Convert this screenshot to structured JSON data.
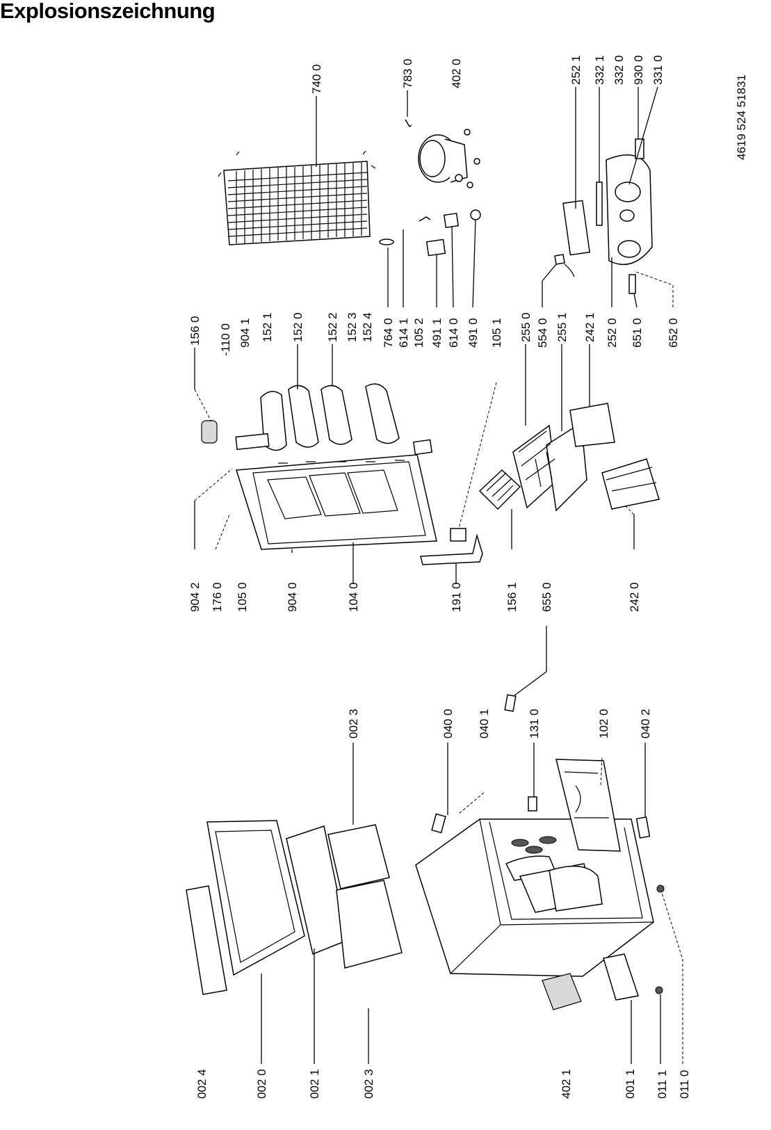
{
  "title": "Explosionszeichnung",
  "doc_number": "4619 524 51831",
  "part_labels": {
    "p7400": "740 0",
    "p7830": "783 0",
    "p4020": "402 0",
    "p2521": "252 1",
    "p3321": "332 1",
    "p3320": "332 0",
    "p9300": "930 0",
    "p3310": "331 0",
    "p1560": "156 0",
    "p1100": "-110 0",
    "p9041": "904 1",
    "p1521": "152 1",
    "p1520": "152 0",
    "p1522": "152 2",
    "p1523": "152 3",
    "p1524": "152 4",
    "p7640": "764 0",
    "p6141": "614 1",
    "p1052": "105 2",
    "p4911": "491 1",
    "p6140": "614 0",
    "p4910": "491 0",
    "p1051": "105 1",
    "p2550": "255 0",
    "p5540": "554 0",
    "p2551": "255 1",
    "p2421": "242 1",
    "p2520": "252 0",
    "p6510": "651 0",
    "p6520": "652 0",
    "p9042": "904 2",
    "p1760": "176 0",
    "p1050": "105 0",
    "p9040": "904 0",
    "p1040": "104 0",
    "p1910": "191 0",
    "p1561": "156 1",
    "p6550": "655 0",
    "p2420": "242 0",
    "p0023a": "002 3",
    "p0400": "040 0",
    "p0401": "040 1",
    "p1310": "131 0",
    "p1020": "102 0",
    "p0402": "040 2",
    "p0024": "002 4",
    "p0020": "002 0",
    "p0021": "002 1",
    "p0023b": "002 3",
    "p4021": "402 1",
    "p0011": "001 1",
    "p0111": "011 1",
    "p0110": "011 0"
  }
}
